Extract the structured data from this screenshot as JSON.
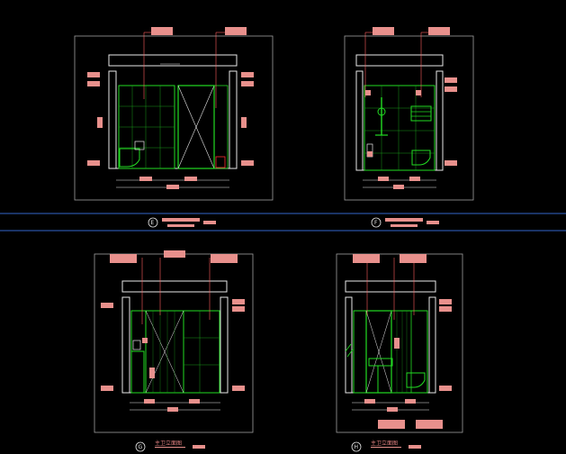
{
  "colors": {
    "background": "#000000",
    "frame": "#b0b0b0",
    "wall": "#e8e8e8",
    "fixture": "#22dd22",
    "tag": "#e8908c",
    "leader": "#ff6060",
    "separator": "#3366cc"
  },
  "views": [
    {
      "id": "view-e",
      "letter": "E",
      "caption": ""
    },
    {
      "id": "view-f",
      "letter": "F",
      "caption": ""
    },
    {
      "id": "view-g",
      "letter": "G",
      "caption": "主卫立面图"
    },
    {
      "id": "view-h",
      "letter": "H",
      "caption": "主卫立面图"
    }
  ]
}
